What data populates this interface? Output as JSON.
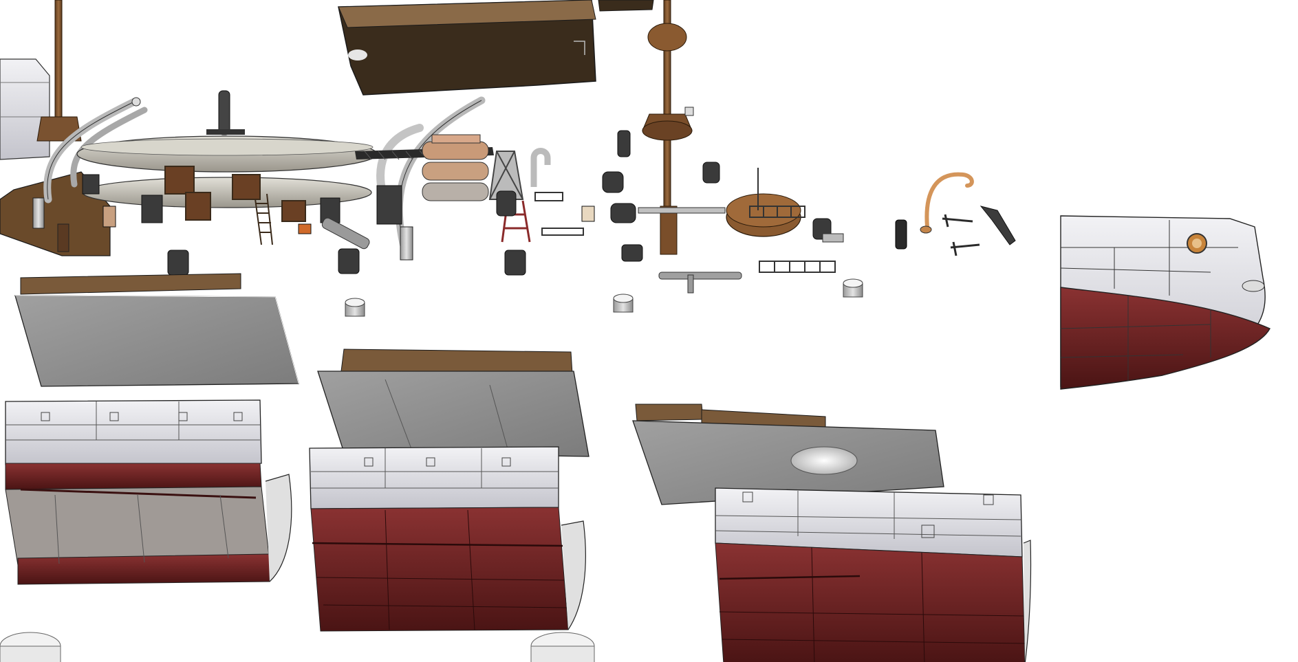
{
  "viewport": {
    "background": "#ffffff"
  },
  "palette": {
    "hull_white": "#e6e6ea",
    "hull_white_shade": "#c9c9cf",
    "hull_red": "#7a2a2a",
    "hull_red_dark": "#4e1616",
    "deck_brown": "#7a5a3a",
    "deck_dark": "#3a2c1c",
    "deck_grey": "#8f8f8f",
    "deck_grey_light": "#b4b4b4",
    "wood": "#8a5a34",
    "metal_dark": "#3c3c3c",
    "metal_mid": "#8c8c8c",
    "metal_light": "#cfcfcf",
    "copper": "#d4955a",
    "line": "#1e1e1e"
  },
  "parts": [
    {
      "name": "bow-section",
      "color": "hull_red"
    },
    {
      "name": "midship-hull-section",
      "color": "hull_red"
    },
    {
      "name": "forward-hull-section",
      "color": "hull_red"
    },
    {
      "name": "aft-hull-section",
      "color": "hull_red"
    },
    {
      "name": "funnel-deck-plate",
      "color": "deck_grey"
    },
    {
      "name": "superstructure-block",
      "color": "deck_dark"
    },
    {
      "name": "mast",
      "color": "wood"
    },
    {
      "name": "lifeboat",
      "color": "hull_white"
    },
    {
      "name": "davit",
      "color": "metal_light"
    },
    {
      "name": "anchor",
      "color": "metal_dark"
    }
  ]
}
